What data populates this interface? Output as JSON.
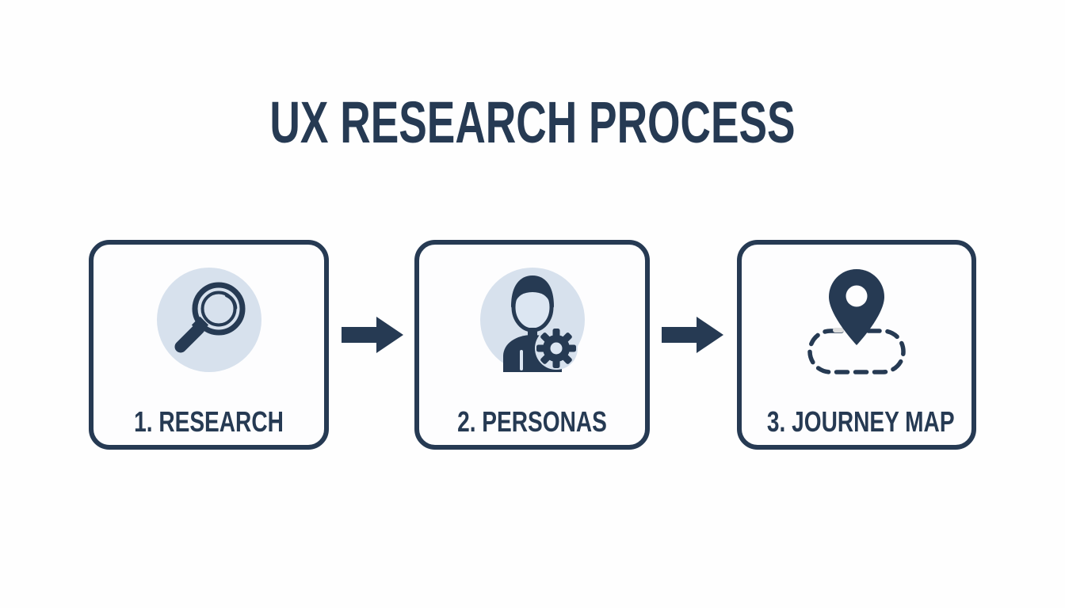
{
  "title": "UX RESEARCH PROCESS",
  "colors": {
    "navy": "#263a53",
    "light_blue": "#d7e1ed",
    "face_blue": "#dce6f2",
    "background": "#fefefe"
  },
  "steps": [
    {
      "label": "1. RESEARCH",
      "icon": "magnifier-icon"
    },
    {
      "label": "2. PERSONAS",
      "icon": "persona-gear-icon"
    },
    {
      "label": "3. JOURNEY MAP",
      "icon": "map-pin-route-icon"
    }
  ],
  "connectors": [
    {
      "icon": "arrow-right-icon"
    },
    {
      "icon": "arrow-right-icon"
    }
  ]
}
